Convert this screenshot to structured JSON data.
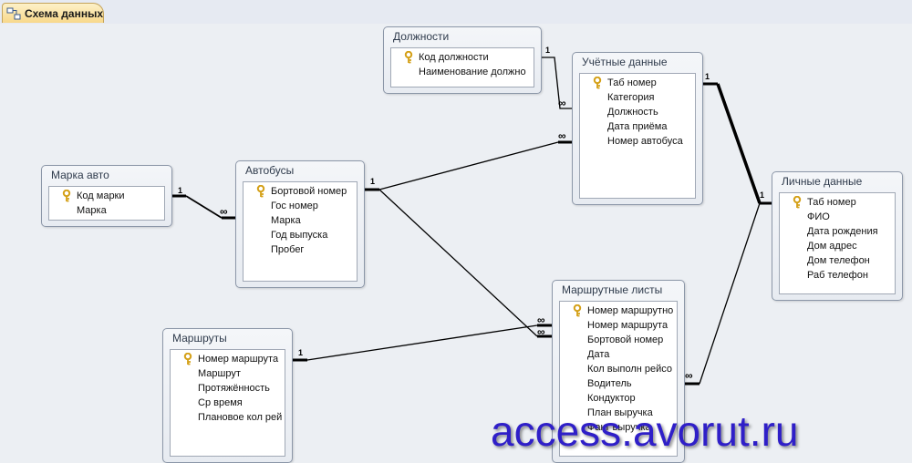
{
  "tab": {
    "label": "Схема данных",
    "icon": "relationships-icon"
  },
  "tables": {
    "positions": {
      "title": "Должности",
      "fields": [
        "Код должности",
        "Наименование должно"
      ]
    },
    "accounting": {
      "title": "Учётные данные",
      "fields": [
        "Таб номер",
        "Категория",
        "Должность",
        "Дата приёма",
        "Номер автобуса"
      ]
    },
    "car_brand": {
      "title": "Марка авто",
      "fields": [
        "Код марки",
        "Марка"
      ]
    },
    "buses": {
      "title": "Автобусы",
      "fields": [
        "Бортовой номер",
        "Гос номер",
        "Марка",
        "Год выпуска",
        "Пробег"
      ]
    },
    "personal": {
      "title": "Личные данные",
      "fields": [
        "Таб номер",
        "ФИО",
        "Дата рождения",
        "Дом адрес",
        "Дом телефон",
        "Раб телефон"
      ]
    },
    "routes": {
      "title": "Маршруты",
      "fields": [
        "Номер маршрута",
        "Маршрут",
        "Протяжённость",
        "Ср время",
        "Плановое кол рей"
      ]
    },
    "route_sheets": {
      "title": "Маршрутные листы",
      "fields": [
        "Номер маршрутно",
        "Номер маршрута",
        "Бортовой номер",
        "Дата",
        "Кол выполн рейсо",
        "Водитель",
        "Кондуктор",
        "План выручка",
        "Факт выручка"
      ]
    }
  },
  "cardinality": {
    "one": "1",
    "many": "∞"
  },
  "watermark": "access.avorut.ru",
  "colors": {
    "canvas": "#eceff3",
    "tab_active": "#f8d88a",
    "watermark": "#2f1fc8",
    "key": "#d4a017"
  }
}
